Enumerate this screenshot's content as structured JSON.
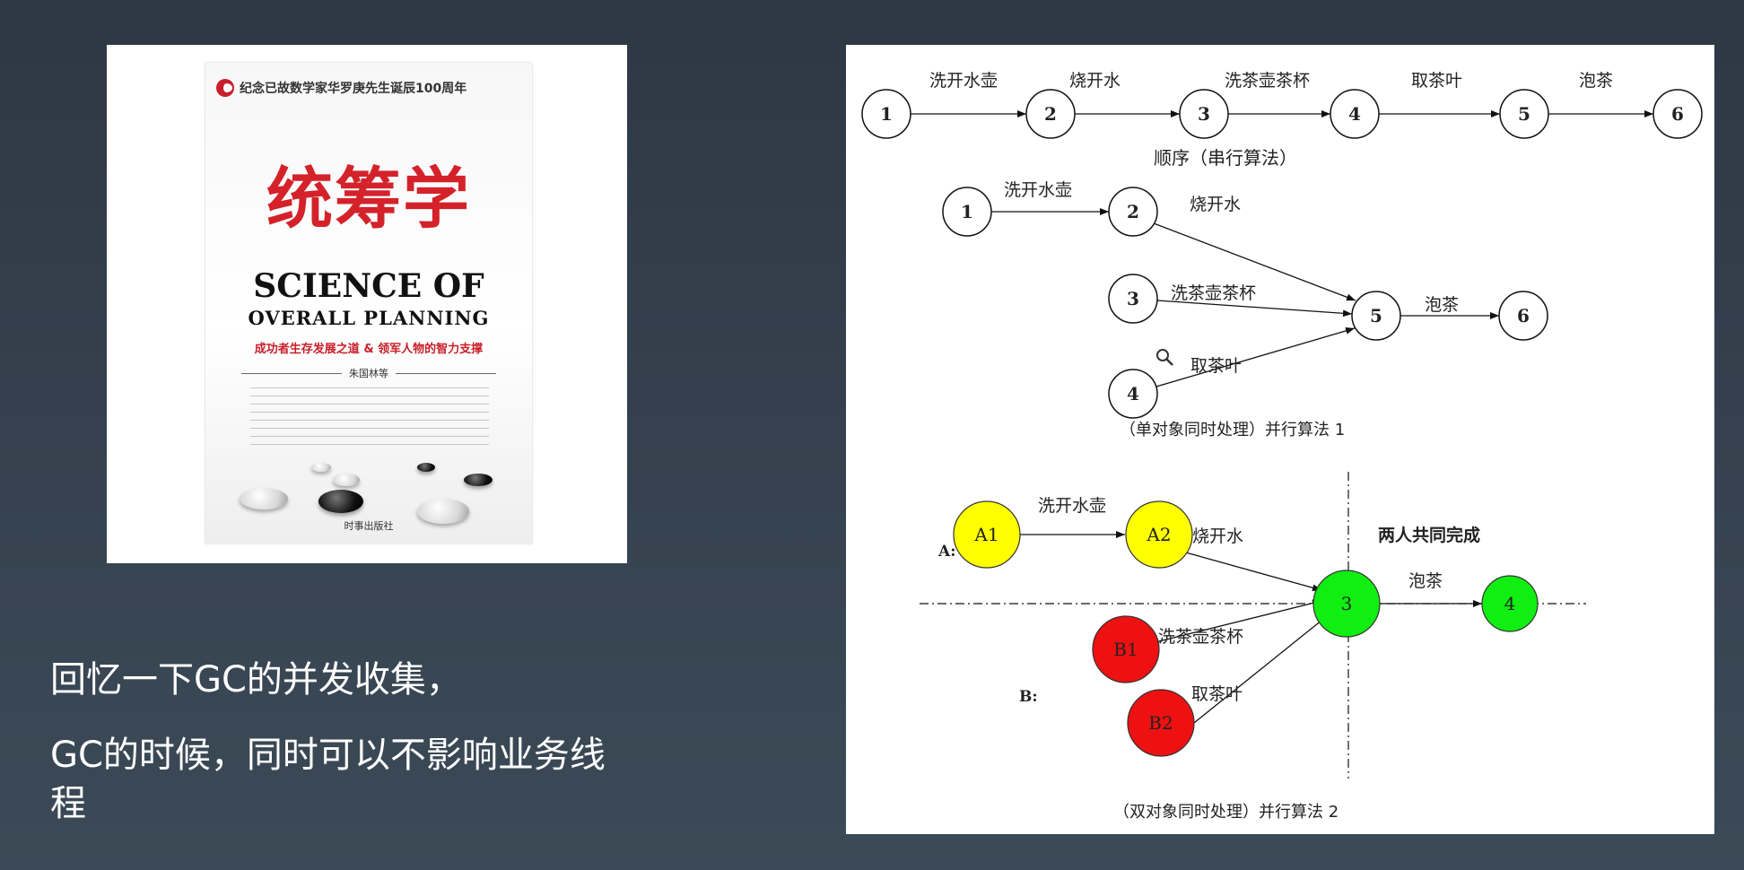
{
  "book": {
    "anniversary": "纪念已故数学家华罗庚先生诞辰100周年",
    "title_cn": "统筹学",
    "title_en_line1": "SCIENCE OF",
    "title_en_line2": "OVERALL PLANNING",
    "subtitle": "成功者生存发展之道 & 领军人物的智力支撑",
    "author": "朱国林等",
    "publisher": "时事出版社"
  },
  "caption": {
    "line1": "回忆一下GC的并发收集，",
    "line2": "GC的时候，同时可以不影响业务线",
    "line3": "程"
  },
  "diagram": {
    "serial": {
      "nodes": [
        "1",
        "2",
        "3",
        "4",
        "5",
        "6"
      ],
      "edges": [
        "洗开水壶",
        "烧开水",
        "洗茶壶茶杯",
        "取茶叶",
        "泡茶"
      ],
      "caption": "顺序（串行算法）"
    },
    "parallel1": {
      "nodes": [
        "1",
        "2",
        "3",
        "4",
        "5",
        "6"
      ],
      "edges": [
        "洗开水壶",
        "烧开水",
        "洗茶壶茶杯",
        "取茶叶",
        "泡茶"
      ],
      "caption": "（单对象同时处理）并行算法 1"
    },
    "parallel2": {
      "label_a": "A:",
      "label_b": "B:",
      "nodes": [
        "A1",
        "A2",
        "B1",
        "B2",
        "3",
        "4"
      ],
      "edges": [
        "洗开水壶",
        "烧开水",
        "洗茶壶茶杯",
        "取茶叶",
        "泡茶"
      ],
      "note": "两人共同完成",
      "caption": "（双对象同时处理）并行算法 2",
      "colors": {
        "a": "#ffff00",
        "b": "#ee1111",
        "shared": "#11ee11"
      }
    }
  }
}
